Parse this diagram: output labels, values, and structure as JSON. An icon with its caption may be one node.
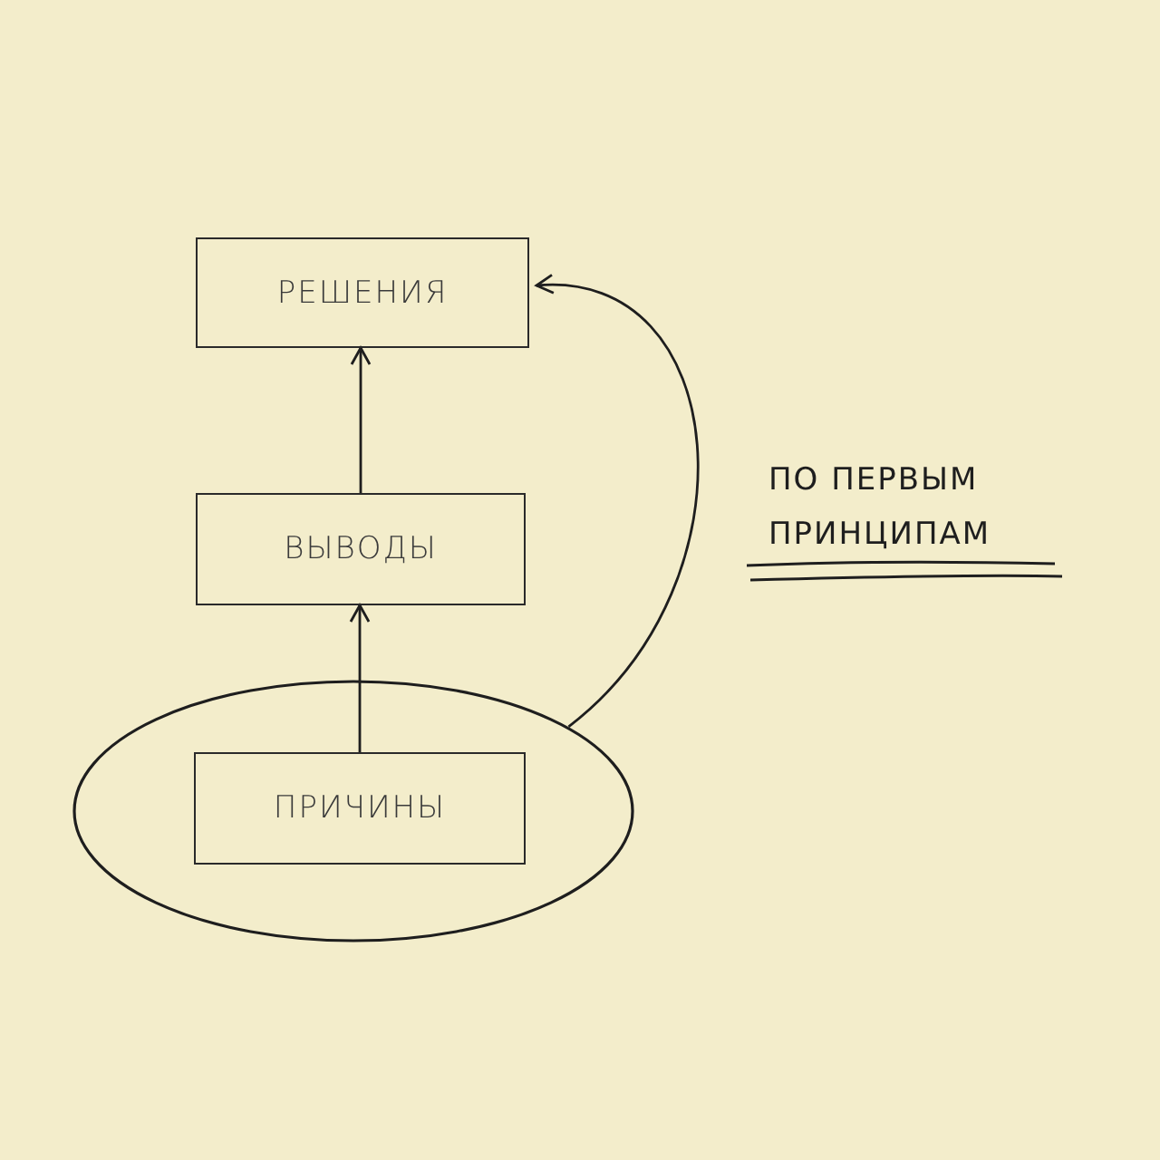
{
  "diagram": {
    "nodes": [
      {
        "text": [
          "РЕШЕНИЯ"
        ]
      },
      {
        "text": [
          "ВЫВОДЫ"
        ]
      },
      {
        "text": [],
        "shape": "circle"
      },
      {
        "text": [
          "ПРИЧИНЫ"
        ],
        "in": 2
      }
    ],
    "edges": [
      {
        "from": 1,
        "to": 0,
        "arrow": "to"
      },
      {
        "from": 3,
        "to": 1,
        "arrow": "to"
      },
      {
        "from": 2,
        "to": 0,
        "arrow": "to"
      }
    ],
    "labels": [
      "ПО ПЕРВЫМ ПРИНЦИПАМ"
    ]
  }
}
